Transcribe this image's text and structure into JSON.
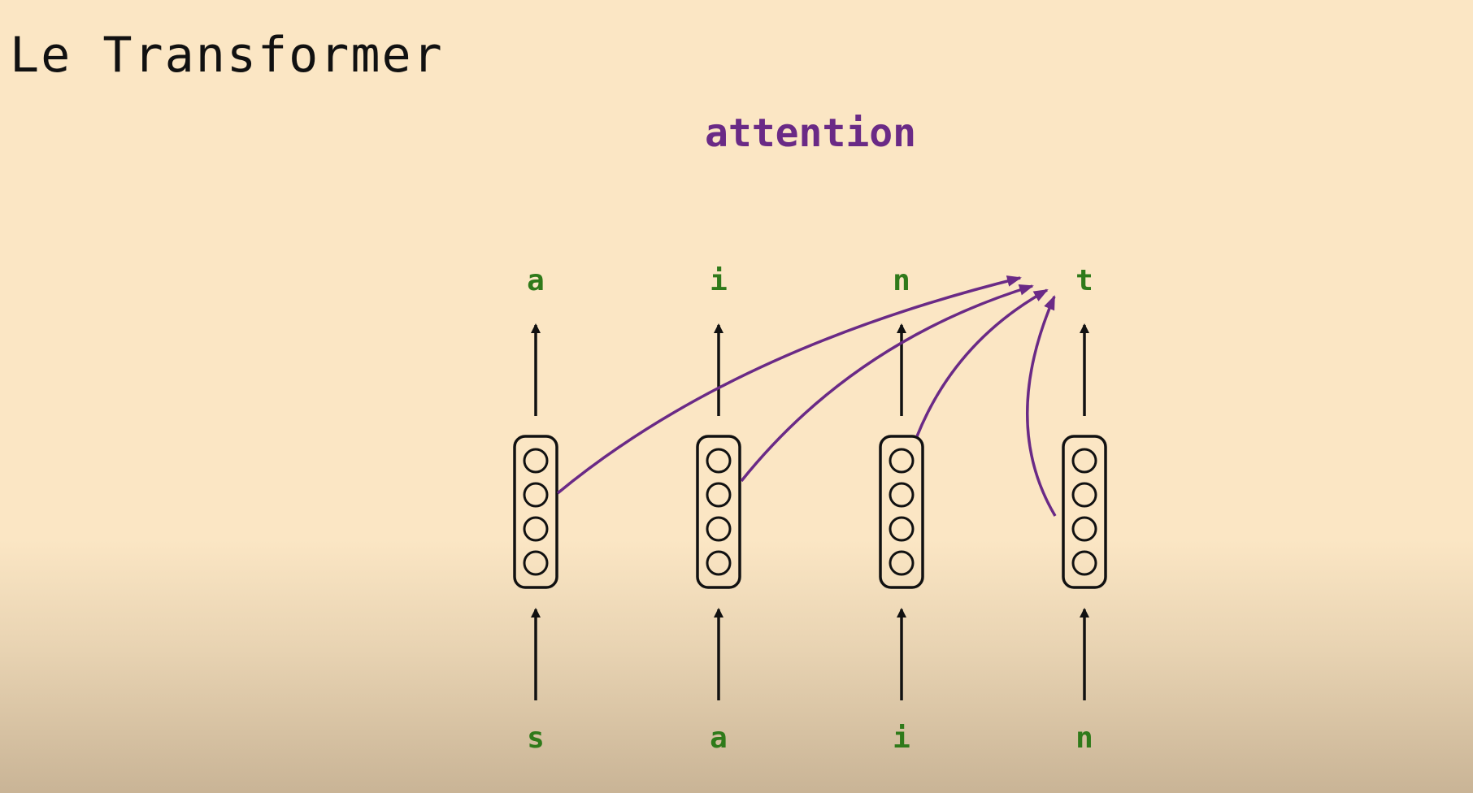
{
  "title": "Le Transformer",
  "diagram": {
    "attention_label": "attention",
    "input_tokens": [
      "s",
      "a",
      "i",
      "n"
    ],
    "output_tokens": [
      "a",
      "i",
      "n",
      "t"
    ],
    "units_per_cell": 4,
    "attention_target_index": 3,
    "attention_sources": [
      0,
      1,
      2,
      3
    ]
  },
  "colors": {
    "background": "#fbe6c4",
    "token_text": "#2f7a1a",
    "attention": "#6a2a86",
    "stroke": "#111111",
    "title_text": "#111111"
  }
}
